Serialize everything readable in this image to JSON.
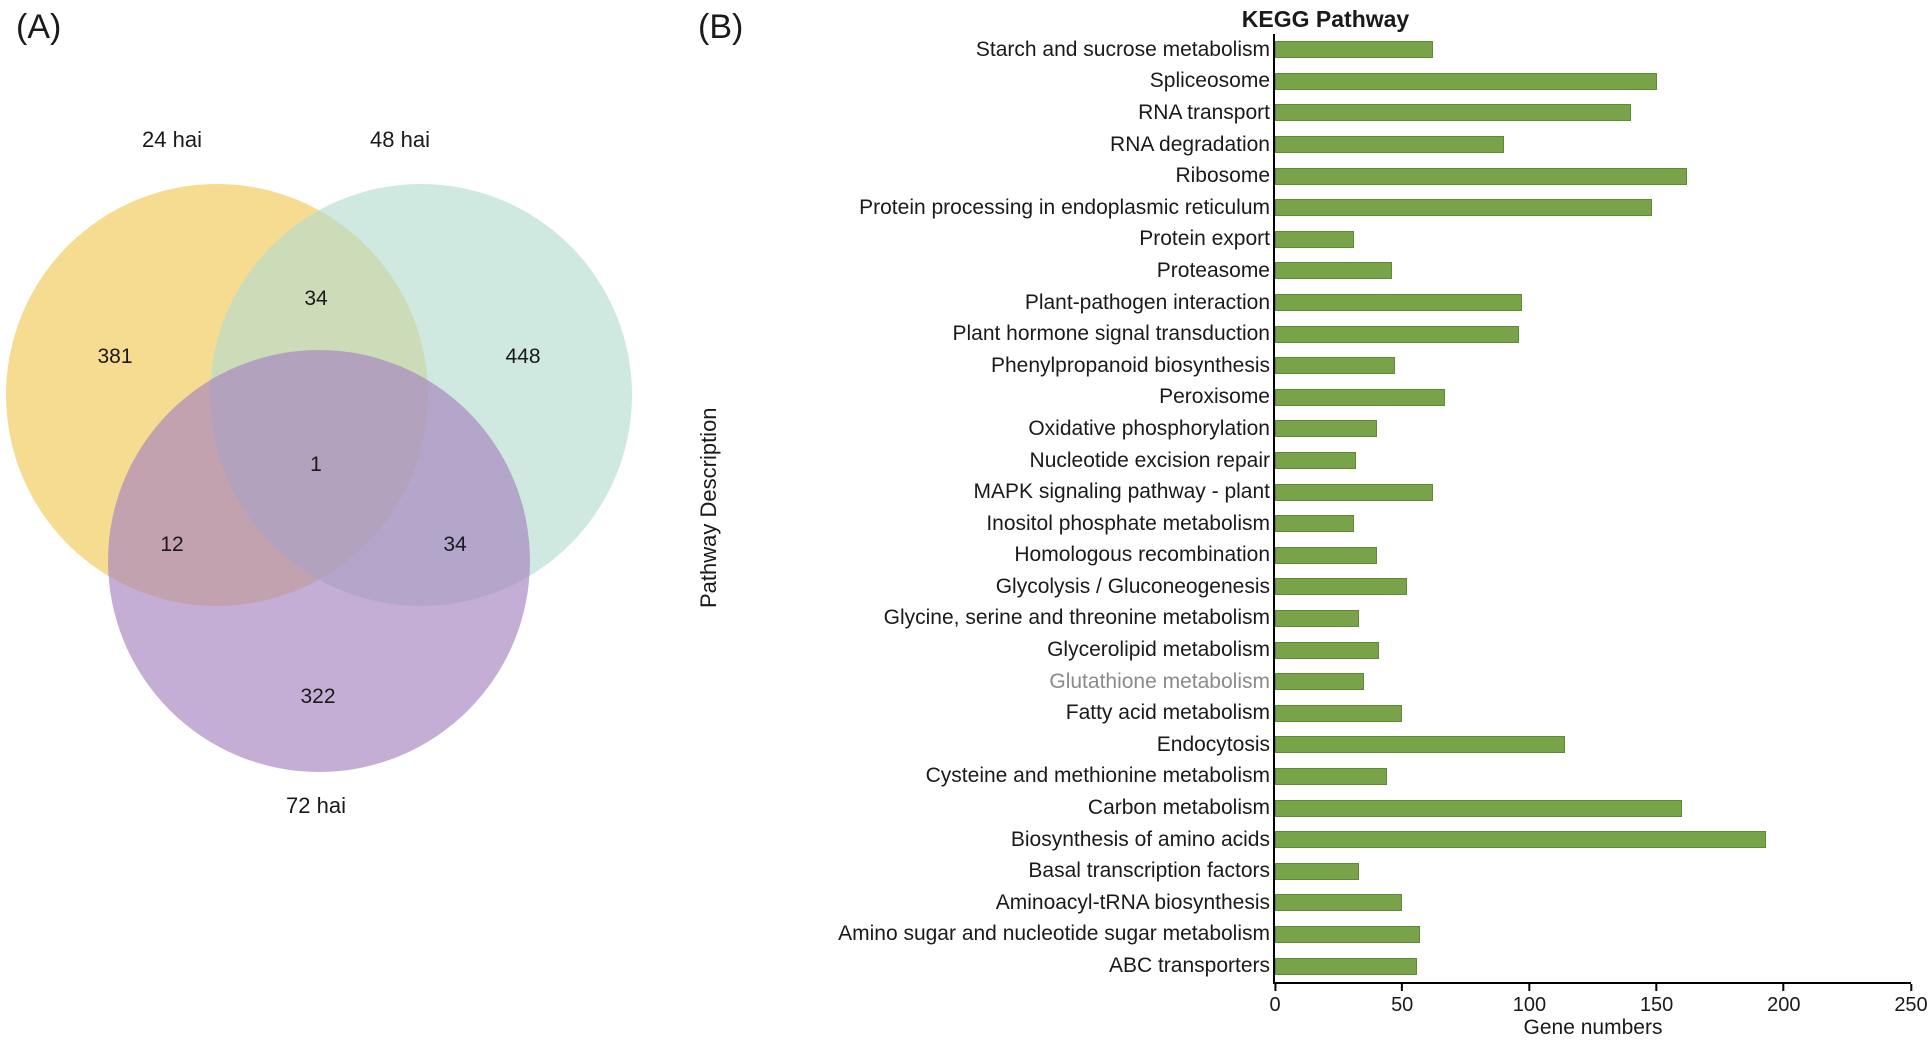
{
  "panels": {
    "a_label": "(A)",
    "b_label": "(B)"
  },
  "venn": {
    "sets": [
      {
        "label": "24 hai",
        "color": "#f1c956"
      },
      {
        "label": "48 hai",
        "color": "#b5dccf"
      },
      {
        "label": "72 hai",
        "color": "#a682c0"
      }
    ],
    "counts": {
      "only_24": "381",
      "only_48": "448",
      "only_72": "322",
      "overlap_24_48": "34",
      "overlap_24_72": "12",
      "overlap_48_72": "34",
      "all_three": "1"
    }
  },
  "chart_data": {
    "type": "bar",
    "title": "KEGG Pathway",
    "xlabel": "Gene numbers",
    "ylabel": "Pathway Description",
    "xlim": [
      0,
      250
    ],
    "xticks": [
      0,
      50,
      100,
      150,
      200,
      250
    ],
    "orientation": "horizontal",
    "grid": false,
    "bar_color": "#79a348",
    "categories": [
      "Starch and sucrose metabolism",
      "Spliceosome",
      "RNA transport",
      "RNA degradation",
      "Ribosome",
      "Protein processing in endoplasmic reticulum",
      "Protein export",
      "Proteasome",
      "Plant-pathogen interaction",
      "Plant hormone signal transduction",
      "Phenylpropanoid biosynthesis",
      "Peroxisome",
      "Oxidative phosphorylation",
      "Nucleotide excision repair",
      "MAPK signaling pathway - plant",
      "Inositol phosphate metabolism",
      "Homologous recombination",
      "Glycolysis / Gluconeogenesis",
      "Glycine, serine and threonine metabolism",
      "Glycerolipid metabolism",
      "Glutathione metabolism",
      "Fatty acid metabolism",
      "Endocytosis",
      "Cysteine and methionine metabolism",
      "Carbon metabolism",
      "Biosynthesis of amino acids",
      "Basal transcription factors",
      "Aminoacyl-tRNA biosynthesis",
      "Amino sugar and nucleotide sugar metabolism",
      "ABC transporters"
    ],
    "values": [
      62,
      150,
      140,
      90,
      162,
      148,
      31,
      46,
      97,
      96,
      47,
      67,
      40,
      32,
      62,
      31,
      40,
      52,
      33,
      41,
      35,
      50,
      114,
      44,
      160,
      193,
      33,
      50,
      57,
      56
    ],
    "gray_labels": [
      "Glutathione metabolism"
    ]
  }
}
